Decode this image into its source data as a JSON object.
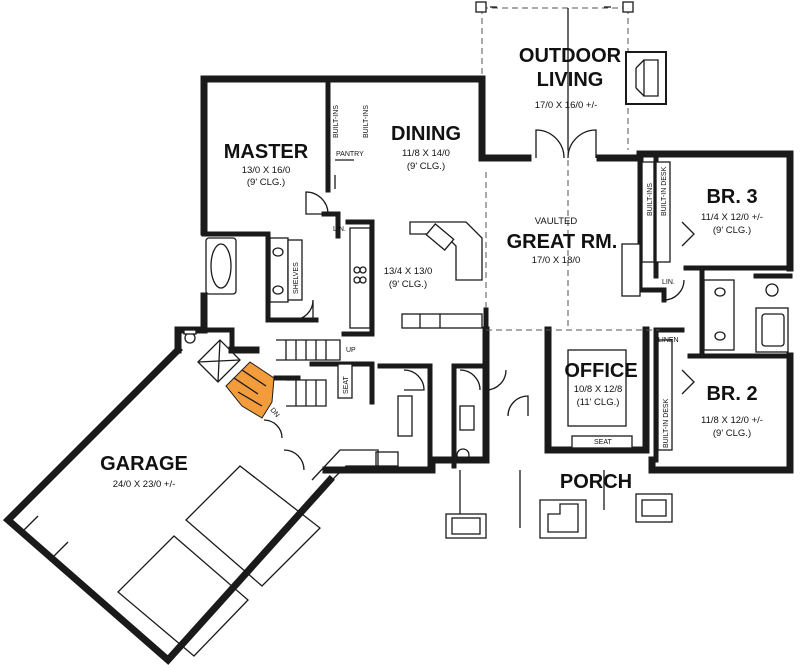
{
  "rooms": {
    "outdoor": {
      "name_line1": "OUTDOOR",
      "name_line2": "LIVING",
      "dims": "17/0 X 16/0 +/-"
    },
    "master": {
      "name": "MASTER",
      "dims": "13/0 X 16/0",
      "ceiling": "(9' CLG.)"
    },
    "dining": {
      "name": "DINING",
      "dims": "11/8 X 14/0",
      "ceiling": "(9' CLG.)"
    },
    "great": {
      "prefix": "VAULTED",
      "name": "GREAT RM.",
      "dims": "17/0 X 18/0"
    },
    "kitchen": {
      "dims": "13/4 X 13/0",
      "ceiling": "(9' CLG.)"
    },
    "br3": {
      "name": "BR. 3",
      "dims": "11/4 X 12/0 +/-",
      "ceiling": "(9' CLG.)"
    },
    "br2": {
      "name": "BR. 2",
      "dims": "11/8 X 12/0 +/-",
      "ceiling": "(9' CLG.)"
    },
    "office": {
      "name": "OFFICE",
      "dims": "10/8 X 12/8",
      "ceiling": "(11' CLG.)"
    },
    "porch": {
      "name": "PORCH"
    },
    "garage": {
      "name": "GARAGE",
      "dims": "24/0 X 23/0 +/-"
    }
  },
  "labels": {
    "pantry": "PANTRY",
    "built_ins_1": "BUILT-INS",
    "built_ins_2": "BUILT-INS",
    "built_ins_br3": "BUILT-INS",
    "built_in_desk_br3": "BUILT-IN DESK",
    "built_in_desk_br2": "BUILT-IN DESK",
    "lin_master": "LIN.",
    "lin_br3": "LIN.",
    "linen_br2": "LINEN",
    "shelves": "SHELVES",
    "seat_mud": "SEAT",
    "seat_office": "SEAT",
    "up": "UP",
    "dn": "DN"
  },
  "colors": {
    "walls": "#1a1a1a",
    "stair_highlight": "#f39c3c"
  }
}
